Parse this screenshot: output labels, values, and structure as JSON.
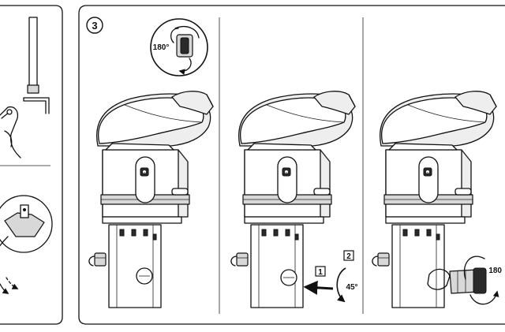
{
  "step": {
    "number": "3"
  },
  "callout": {
    "rotation_label": "180°"
  },
  "panel2": {
    "action_marker": "1",
    "rotate_marker": "2",
    "angle_label": "45°"
  },
  "panel3": {
    "rotation_label": "180"
  },
  "colors": {
    "line": "#111111",
    "fill": "#ffffff",
    "shade": "#e8e8e8",
    "dark": "#2a2a2a"
  }
}
